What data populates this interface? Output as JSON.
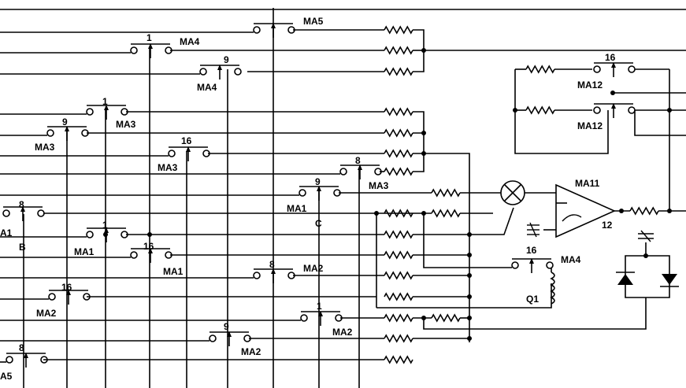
{
  "labels": {
    "ma5": "MA5",
    "ma4_top": "MA4",
    "ma4_top_num": "1",
    "ma4_9": "MA4",
    "ma4_9_num": "9",
    "ma3_1": "MA3",
    "ma3_1_num": "1",
    "ma3_9": "MA3",
    "ma3_9_num": "9",
    "ma3_16": "MA3",
    "ma3_16_num": "16",
    "ma3_8": "MA3",
    "ma3_8_num": "8",
    "ma1_9": "MA1",
    "ma1_9_num": "9",
    "c": "C",
    "a1_8": "A1",
    "a1_8_num": "8",
    "b": "B",
    "ma1_1": "MA1",
    "ma1_1_num": "1",
    "ma1_16": "MA1",
    "ma1_16_num": "16",
    "ma2_8": "MA2",
    "ma2_8_num": "8",
    "ma2_16": "MA2",
    "ma2_16_num": "16",
    "ma2_1": "MA2",
    "ma2_1_num": "1",
    "ma2_9": "MA2",
    "ma2_9_num": "9",
    "a5_8": "A5",
    "a5_8_num": "8",
    "ma12_top": "MA12",
    "ma12_top_num": "16",
    "ma12_bot": "MA12",
    "ma11": "MA11",
    "amp_num": "12",
    "ma4_right": "MA4",
    "ma4_right_num": "16",
    "q1": "Q1"
  }
}
